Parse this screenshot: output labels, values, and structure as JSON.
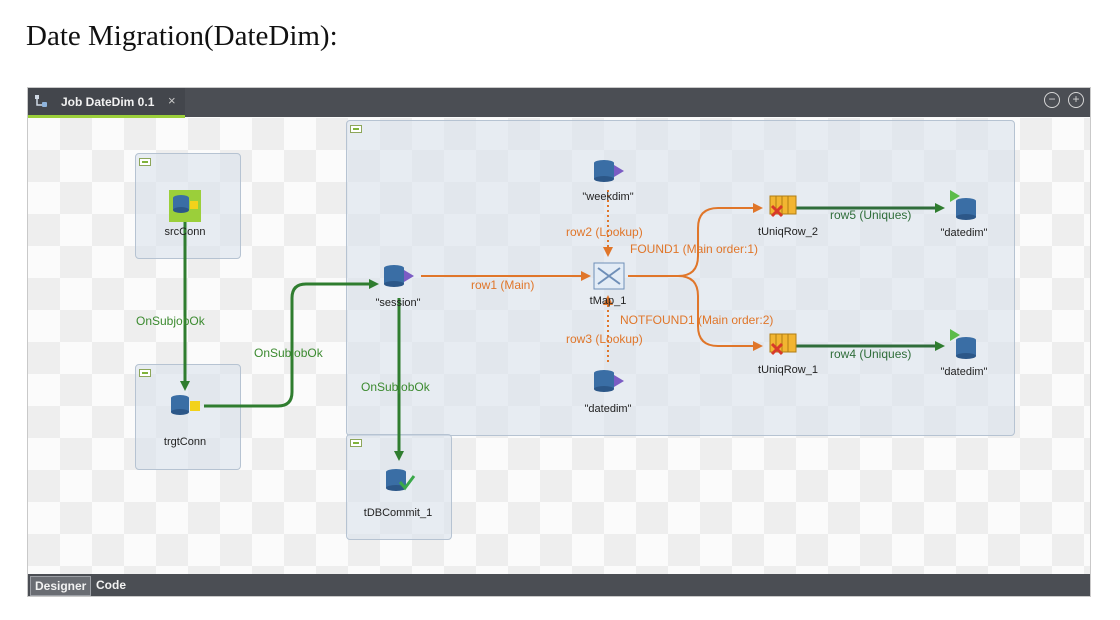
{
  "heading": "Date Migration(DateDim):",
  "window": {
    "tab_label": "Job DateDim 0.1",
    "tab_close": "×",
    "zoom_out": "−",
    "zoom_in": "+"
  },
  "components": {
    "srcConn": "srcConn",
    "trgtConn": "trgtConn",
    "session": "\"session\"",
    "weekdim": "\"weekdim\"",
    "datedim_lookup": "\"datedim\"",
    "tMap": "tMap_1",
    "tUniqRow_2": "tUniqRow_2",
    "tUniqRow_1": "tUniqRow_1",
    "datedim_out1": "\"datedim\"",
    "datedim_out2": "\"datedim\"",
    "tDBCommit": "tDBCommit_1"
  },
  "links": {
    "onsubjobok_1": "OnSubjobOk",
    "onsubjobok_2": "OnSubjobOk",
    "onsubjobok_3": "OnSubjobOk",
    "row1": "row1 (Main)",
    "row2": "row2 (Lookup)",
    "row3": "row3 (Lookup)",
    "found": "FOUND1 (Main order:1)",
    "notfound": "NOTFOUND1 (Main order:2)",
    "row5": "row5 (Uniques)",
    "row4": "row4 (Uniques)"
  },
  "bottom_tabs": [
    "Designer",
    "Code"
  ],
  "colors": {
    "trigger_link": "#2f7d2f",
    "main_link": "#e0762a",
    "lookup_link": "#e0762a",
    "db_icon": "#3a6ea5",
    "accent": "#9bcf3a"
  }
}
